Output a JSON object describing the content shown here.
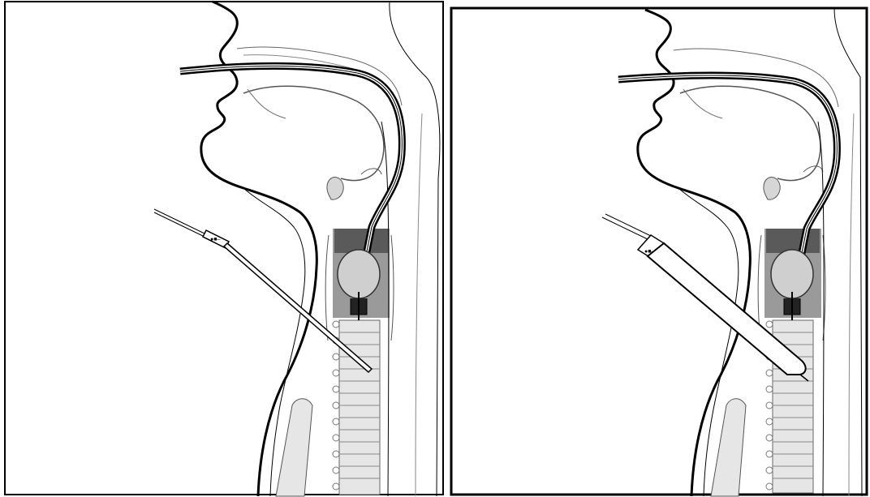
{
  "figure": {
    "panels": [
      {
        "id": "left",
        "tool": "needle"
      },
      {
        "id": "right",
        "tool": "sheath"
      }
    ],
    "colors": {
      "line": "#000000",
      "fill": "#ffffff",
      "shade_dark": "#5a5a5a",
      "shade_mid": "#9a9a9a",
      "shade_light": "#d6d6d6",
      "vertebra": "#e6e6e6"
    },
    "scope_label": "●■–"
  }
}
